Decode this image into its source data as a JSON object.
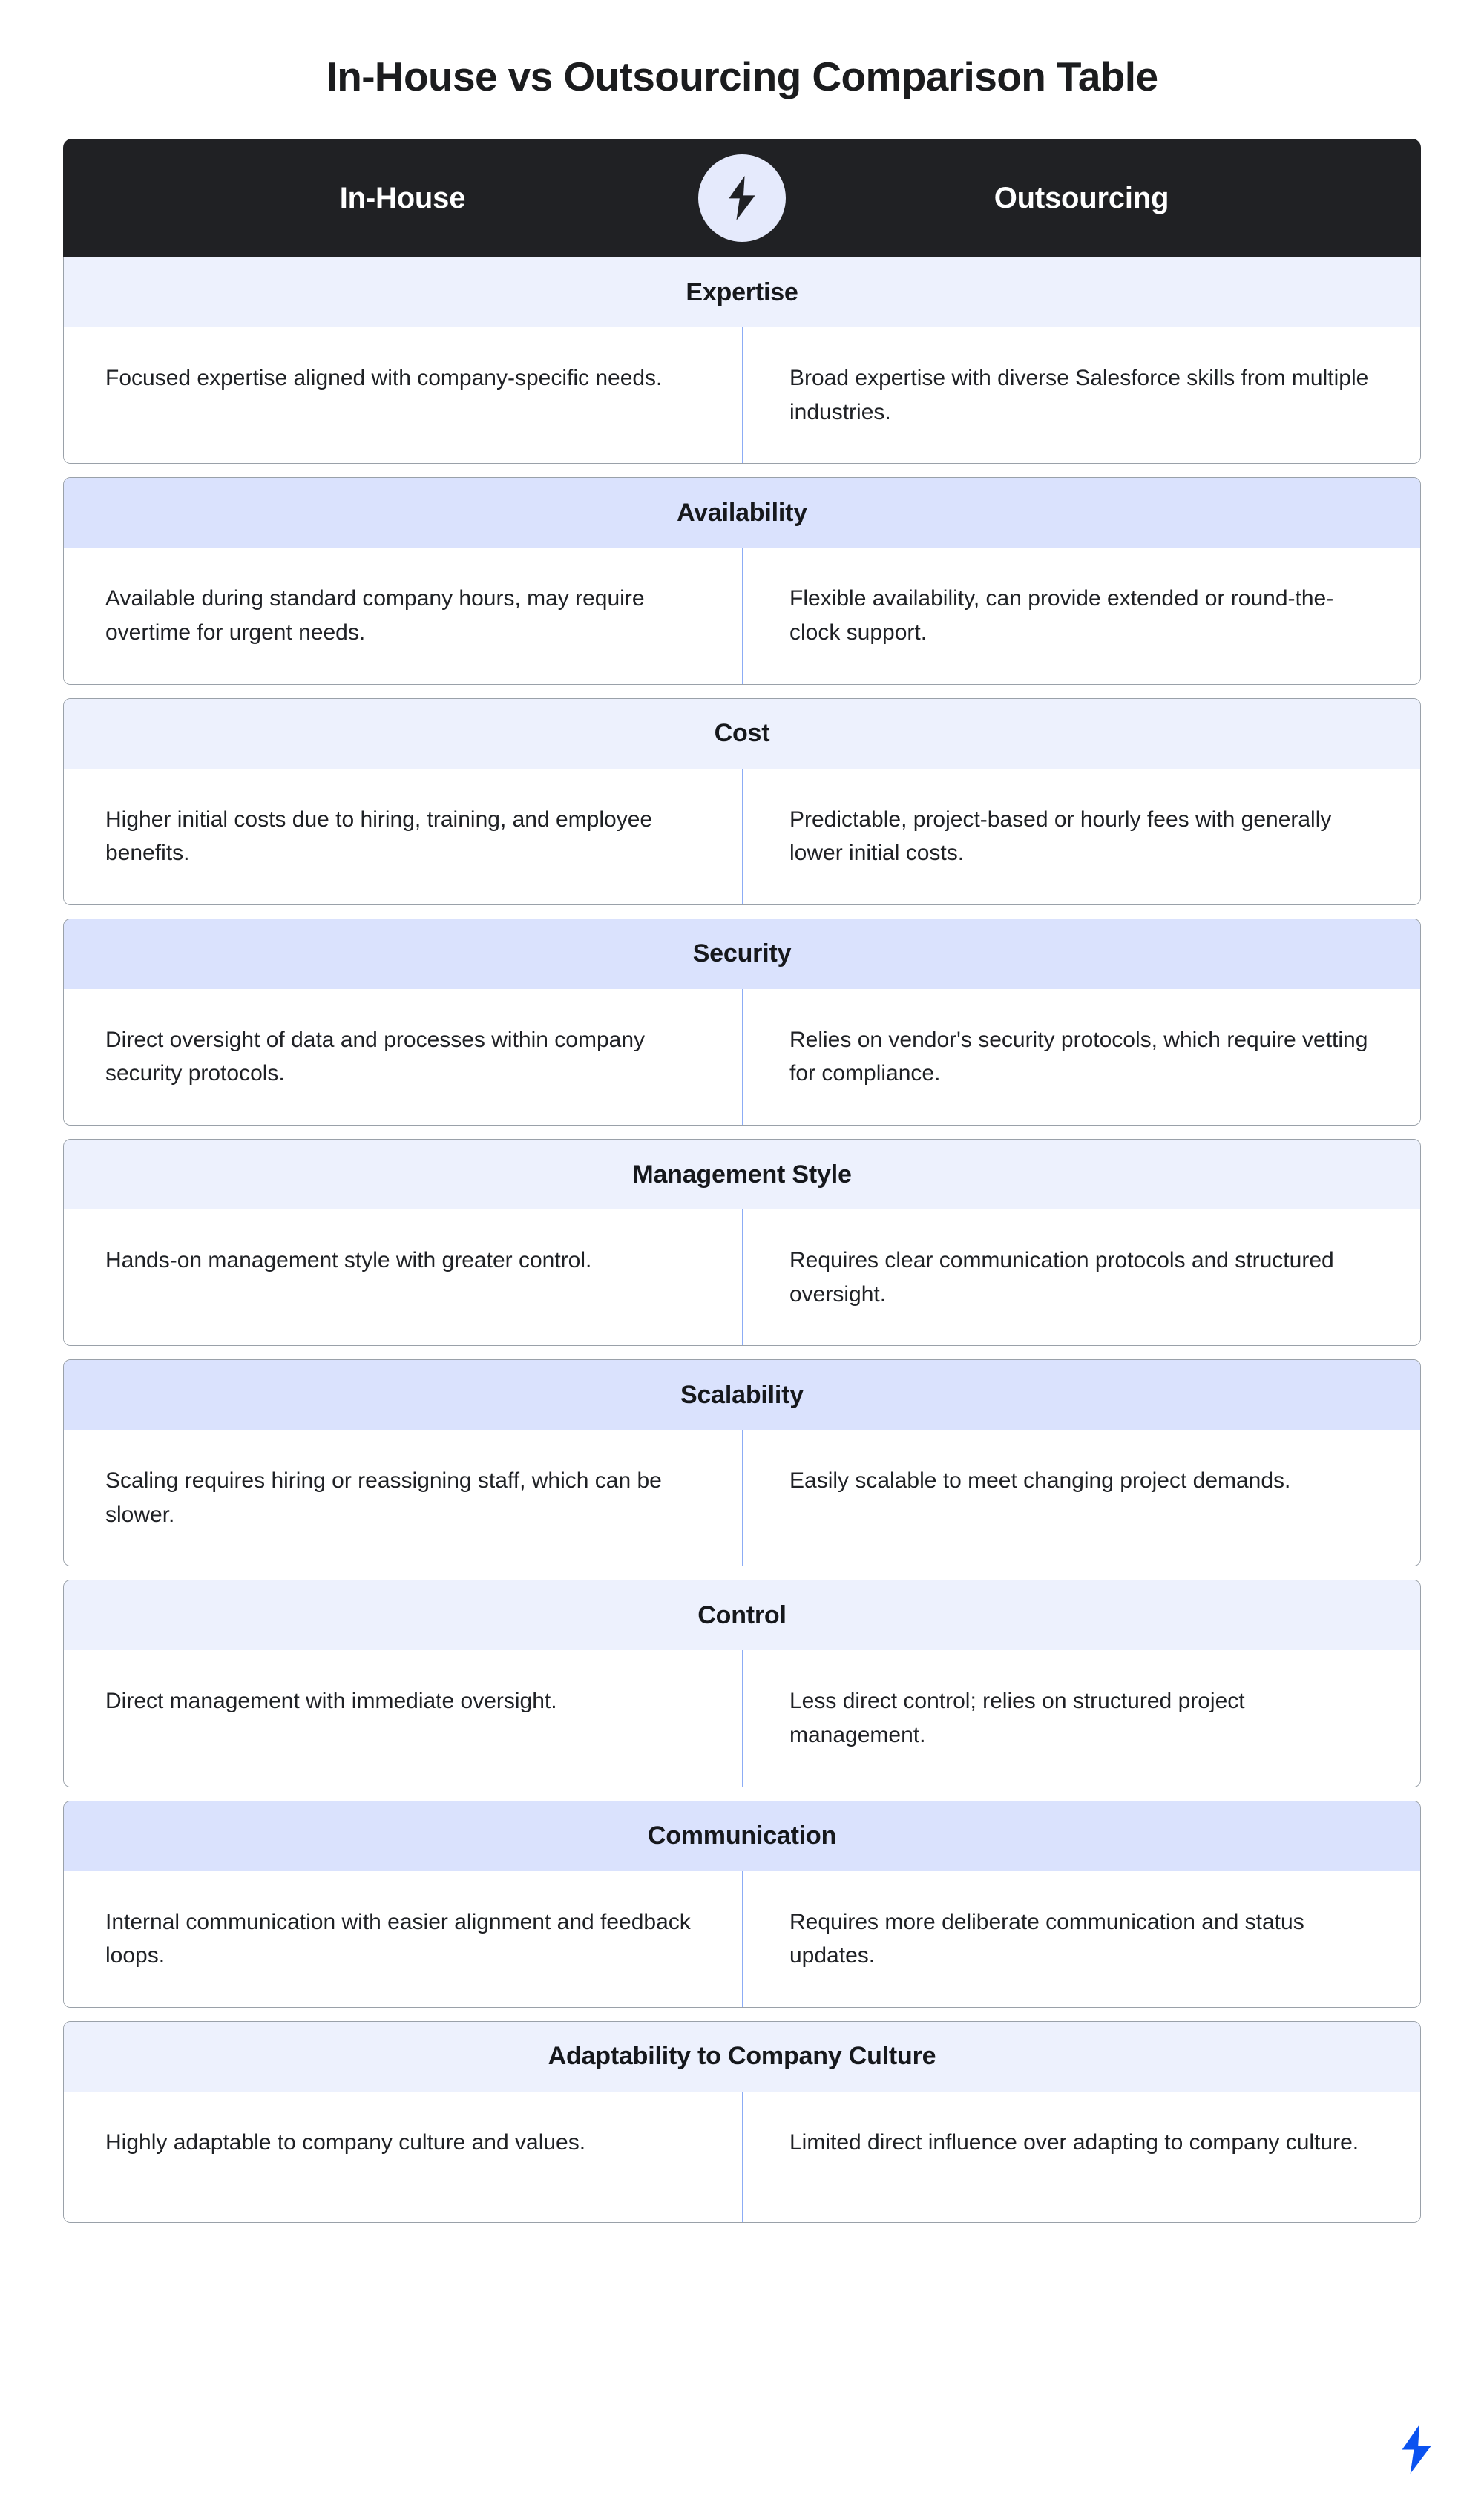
{
  "page": {
    "title": "In-House vs Outsourcing Comparison Table",
    "background_color": "#ffffff"
  },
  "header": {
    "left_label": "In-House",
    "right_label": "Outsourcing",
    "background_color": "#202124",
    "text_color": "#ffffff",
    "badge": {
      "icon": "lightning-bolt-icon",
      "circle_color": "#e5eafc",
      "bolt_color": "#202124"
    }
  },
  "theme": {
    "tint_light": "#edf1fd",
    "tint_dark": "#dae2fd",
    "divider_color": "#8cacf5",
    "card_border_color": "#9aa1a9",
    "brand_blue": "#0b52f0"
  },
  "footer": {
    "logo_icon": "lightning-bolt-icon",
    "logo_color": "#0b52f0"
  },
  "comparison": {
    "columns": [
      "In-House",
      "Outsourcing"
    ],
    "rows": [
      {
        "criterion": "Expertise",
        "tint": "light",
        "in_house": "Focused expertise aligned with company-specific needs.",
        "outsourcing": "Broad expertise with diverse Salesforce skills from multiple industries."
      },
      {
        "criterion": "Availability",
        "tint": "dark",
        "in_house": "Available during standard company hours, may require overtime for urgent needs.",
        "outsourcing": "Flexible availability, can provide extended or round-the-clock support."
      },
      {
        "criterion": "Cost",
        "tint": "light",
        "in_house": "Higher initial costs due to hiring, training, and employee benefits.",
        "outsourcing": "Predictable, project-based or hourly fees with generally lower initial costs."
      },
      {
        "criterion": "Security",
        "tint": "dark",
        "in_house": "Direct oversight of data and processes within company security protocols.",
        "outsourcing": "Relies on vendor's security protocols, which require vetting for compliance."
      },
      {
        "criterion": "Management Style",
        "tint": "light",
        "in_house": "Hands-on management style with greater control.",
        "outsourcing": "Requires clear communication protocols and structured oversight."
      },
      {
        "criterion": "Scalability",
        "tint": "dark",
        "in_house": "Scaling requires hiring or reassigning staff, which can be slower.",
        "outsourcing": "Easily scalable to meet changing project demands."
      },
      {
        "criterion": "Control",
        "tint": "light",
        "in_house": "Direct management with immediate oversight.",
        "outsourcing": "Less direct control; relies on structured project management."
      },
      {
        "criterion": "Communication",
        "tint": "dark",
        "in_house": "Internal communication with easier alignment and feedback loops.",
        "outsourcing": "Requires more deliberate communication and status updates."
      },
      {
        "criterion": "Adaptability to Company Culture",
        "tint": "light",
        "in_house": "Highly adaptable to company culture and values.",
        "outsourcing": "Limited direct influence over adapting to company culture."
      }
    ]
  }
}
